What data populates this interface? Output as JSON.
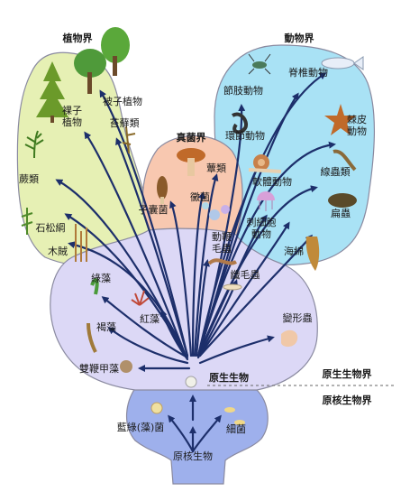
{
  "kingdoms": {
    "plantae": "植物界",
    "animalia": "動物界",
    "fungi": "真菌界",
    "protista": "原生生物界",
    "monera": "原核生物界"
  },
  "roots": {
    "protist_root": "原生生物",
    "prokaryote_root": "原核生物"
  },
  "plants": {
    "gymnosperms": [
      "裸子",
      "植物"
    ],
    "angiosperms": "被子植物",
    "mosses": "苔蘚類",
    "ferns": "蕨類",
    "lycopods": "石松綱",
    "horsetails": "木賊"
  },
  "fungi": {
    "mushrooms": "蕈類",
    "sac_fungi": "子囊菌",
    "molds": "黴菌"
  },
  "animals": {
    "vertebrates": "脊椎動物",
    "arthropods": "節肢動物",
    "echinoderms": [
      "棘皮",
      "動物"
    ],
    "annelids": "環節動物",
    "nematodes": "線蟲類",
    "mollusks": "軟體動物",
    "flatworms": "扁蟲",
    "cnidarians": [
      "刺細胞",
      "動物"
    ],
    "sponges": "海綿"
  },
  "protists": {
    "flagellates": [
      "動鞭",
      "毛蟲"
    ],
    "ciliates": "纖毛蟲",
    "green_algae": "綠藻",
    "red_algae": "紅藻",
    "brown_algae": "褐藻",
    "amoebae": "變形蟲",
    "dinoflagellates": "雙鞭甲藻"
  },
  "prokaryotes": {
    "cyanobacteria": "藍綠(藻)菌",
    "bacteria": "細菌"
  },
  "colors": {
    "plant_region": "#e6f0b4",
    "animal_region": "#a9e2f5",
    "fungi_region": "#f8c8b0",
    "protist_region": "#dcd8f6",
    "prokaryote_region": "#9eb0ec",
    "arrow": "#1d2f6b",
    "outline": "#8a8aa0"
  }
}
